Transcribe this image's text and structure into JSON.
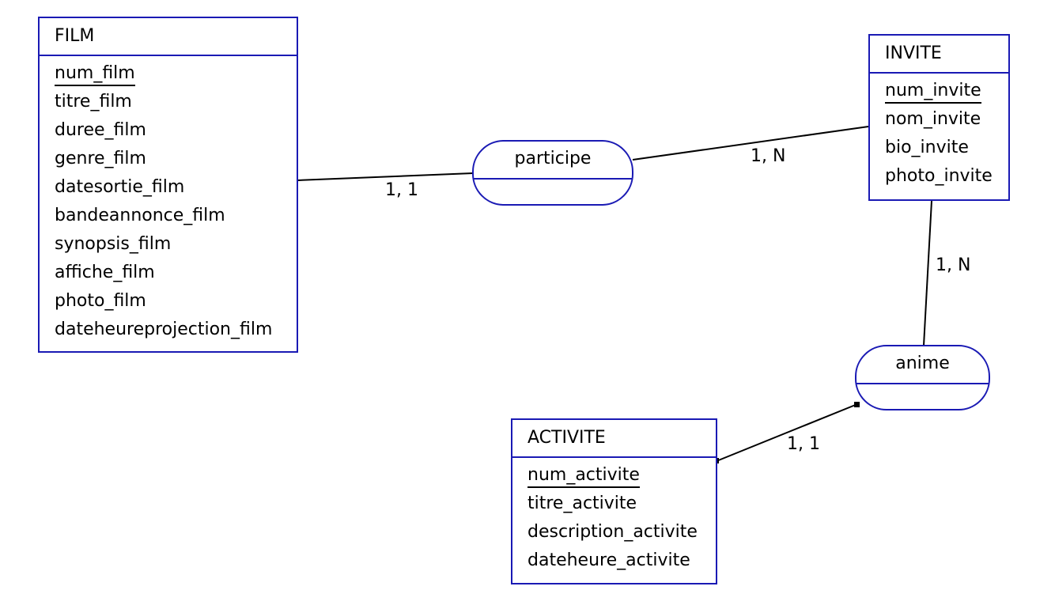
{
  "entities": {
    "film": {
      "title": "FILM",
      "attributes": [
        {
          "name": "num_film",
          "key": true
        },
        {
          "name": "titre_film",
          "key": false
        },
        {
          "name": "duree_film",
          "key": false
        },
        {
          "name": "genre_film",
          "key": false
        },
        {
          "name": "datesortie_film",
          "key": false
        },
        {
          "name": "bandeannonce_film",
          "key": false
        },
        {
          "name": "synopsis_film",
          "key": false
        },
        {
          "name": "affiche_film",
          "key": false
        },
        {
          "name": "photo_film",
          "key": false
        },
        {
          "name": "dateheureprojection_film",
          "key": false
        }
      ]
    },
    "invite": {
      "title": "INVITE",
      "attributes": [
        {
          "name": "num_invite",
          "key": true
        },
        {
          "name": "nom_invite",
          "key": false
        },
        {
          "name": "bio_invite",
          "key": false
        },
        {
          "name": "photo_invite",
          "key": false
        }
      ]
    },
    "activite": {
      "title": "ACTIVITE",
      "attributes": [
        {
          "name": "num_activite",
          "key": true
        },
        {
          "name": "titre_activite",
          "key": false
        },
        {
          "name": "description_activite",
          "key": false
        },
        {
          "name": "dateheure_activite",
          "key": false
        }
      ]
    }
  },
  "associations": {
    "participe": {
      "title": "participe"
    },
    "anime": {
      "title": "anime"
    }
  },
  "cardinalities": {
    "film_participe": "1, 1",
    "participe_invite": "1, N",
    "invite_anime": "1, N",
    "anime_activite": "1, 1"
  },
  "colors": {
    "border": "#1a1ab4",
    "line": "#000000",
    "background": "#ffffff"
  }
}
